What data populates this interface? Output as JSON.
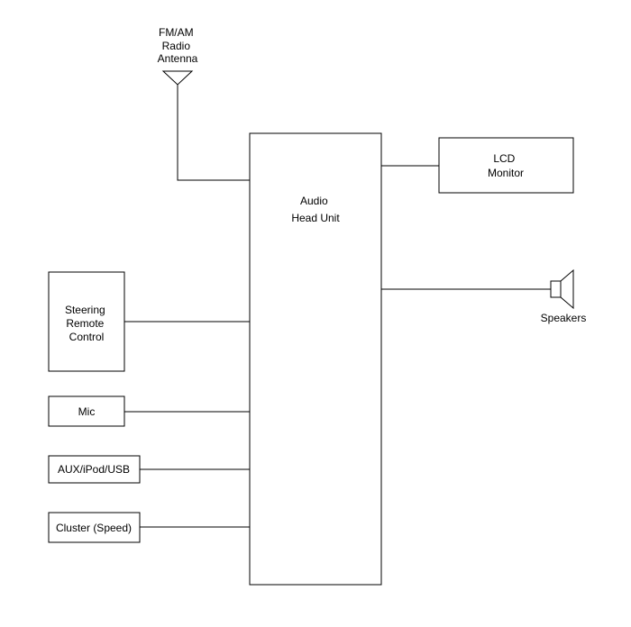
{
  "antenna": {
    "lines": [
      "FM/AM",
      "Radio",
      "Antenna"
    ]
  },
  "head_unit": {
    "lines": [
      "Audio",
      "Head Unit"
    ]
  },
  "lcd_monitor": {
    "lines": [
      "LCD",
      "Monitor"
    ]
  },
  "speakers": {
    "label": "Speakers"
  },
  "steering_remote": {
    "lines": [
      "Steering",
      "Remote",
      "Control"
    ]
  },
  "mic": {
    "label": "Mic"
  },
  "aux": {
    "label": "AUX/iPod/USB"
  },
  "cluster": {
    "label": "Cluster (Speed)"
  },
  "colors": {
    "stroke": "#000000",
    "background": "#ffffff"
  },
  "icons": {
    "antenna": "antenna-icon",
    "speaker": "speaker-icon"
  }
}
